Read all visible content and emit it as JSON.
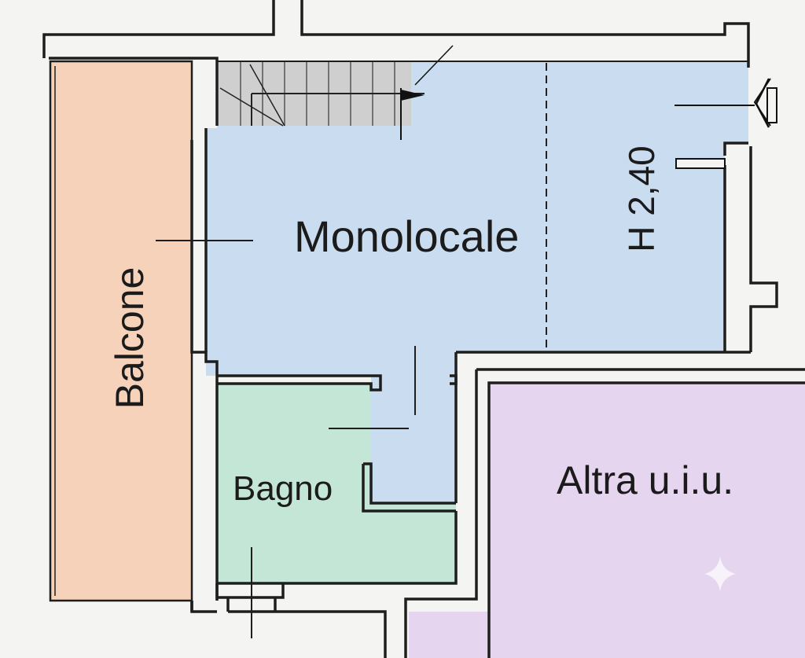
{
  "rooms": {
    "monolocale": {
      "label": "Monolocale",
      "fill": "#c9dcf0"
    },
    "bagno": {
      "label": "Bagno",
      "fill": "#c4e6d6"
    },
    "balcone": {
      "label": "Balcone",
      "fill": "#f6d2bb"
    },
    "altra": {
      "label": "Altra u.i.u.",
      "fill": "#e6d5ef"
    },
    "stairs": {
      "fill": "#cfcfcf"
    }
  },
  "height_note": "H 2,40",
  "colors": {
    "background": "#f4f4f2",
    "wall": "#1e1e1e"
  }
}
